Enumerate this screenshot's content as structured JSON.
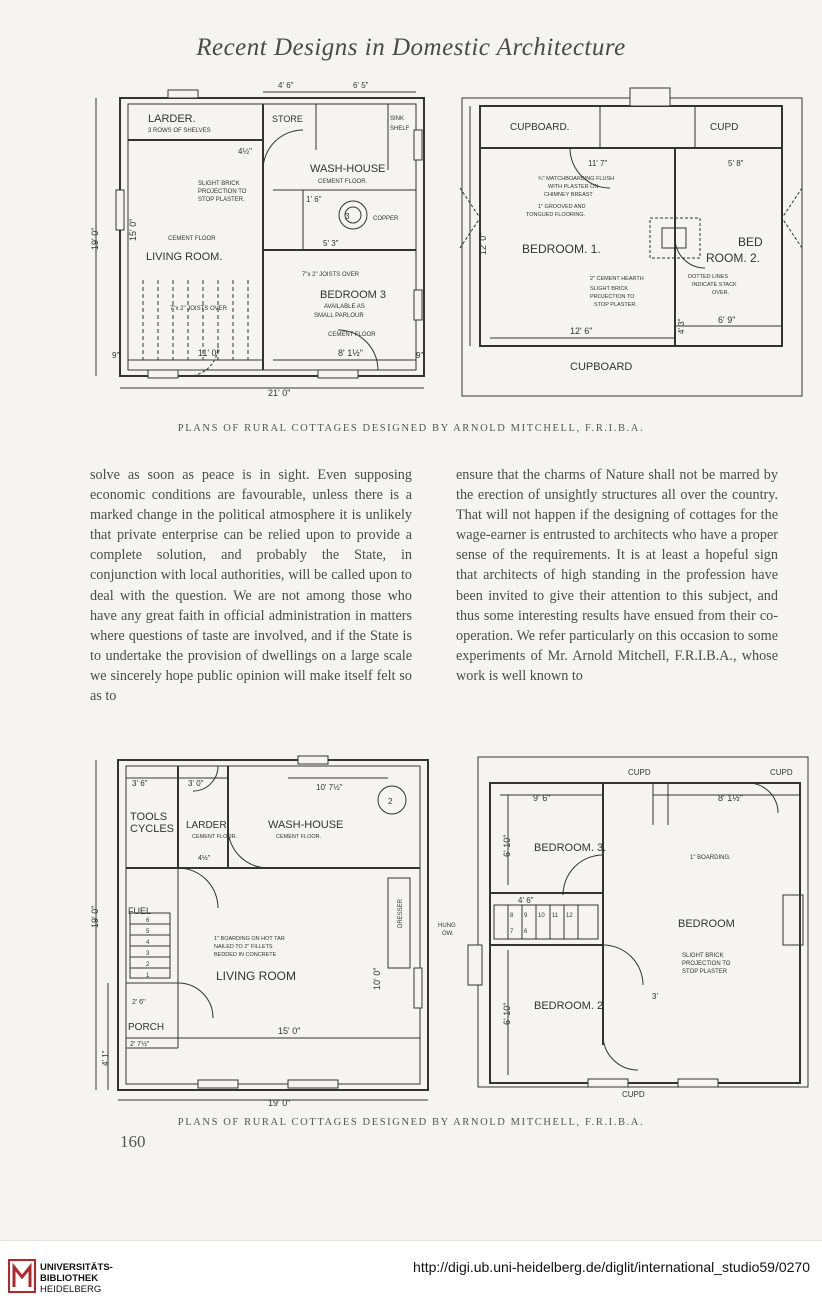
{
  "header": {
    "running_head": "Recent Designs in Domestic Architecture"
  },
  "plan_top_left": {
    "labels": {
      "larder": "LARDER.",
      "shelves": "3 ROWS OF SHELVES",
      "store": "STORE",
      "sink": "SINK",
      "shelf": "SHELF",
      "wash_house": "WASH-HOUSE",
      "cement_floor": "CEMENT FLOOR.",
      "slight_brick": "SLIGHT BRICK",
      "projection_to": "PROJECTION TO",
      "stop_plaster": "STOP PLASTER.",
      "copper": "COPPER",
      "cement_floor_2": "CEMENT FLOOR",
      "living_room": "LIVING ROOM.",
      "joists_over": "7\"x 2\" JOISTS OVER",
      "joists_over_2": "7\"x 2\" JOISTS OVER",
      "bedroom_3": "BEDROOM 3",
      "available_as": "AVAILABLE AS",
      "small_parlour": "SMALL PARLOUR",
      "cement_floor_3": "CEMENT FLOOR"
    },
    "dims": {
      "d4_6": "4' 6\"",
      "d6_5": "6' 5\"",
      "d19_0": "19' 0\"",
      "d15_0": "15' 0\"",
      "d11_0": "11' 0\"",
      "d8_1": "8' 1½\"",
      "d21_0": "21' 0\"",
      "d9": "9\"",
      "d9b": "9\"",
      "d5_3": "5' 3\"",
      "d1_6": "1' 6\"",
      "d4_half": "4½\"",
      "d3": "3"
    }
  },
  "plan_top_right": {
    "labels": {
      "cupboard": "CUPBOARD.",
      "cupd": "CUPD",
      "matchboarding": "¾\" MATCHBOARDING FLUSH",
      "with_plaster": "WITH PLASTER ON",
      "chimney_breast": "CHIMNEY BREAST",
      "grooved": "1\" GROOVED AND",
      "tongued": "TONGUED FLOORING.",
      "bedroom_1": "BEDROOM. 1.",
      "bed": "BED",
      "room_2": "ROOM. 2.",
      "cement_hearth": "2\" CEMENT HEARTH",
      "slight_brick": "SLIGHT BRICK",
      "projection_to": "PROJECTION TO",
      "stop_plaster": "STOP PLASTER.",
      "dotted_lines": "DOTTED LINES",
      "indicate_stack": "INDICATE STACK",
      "over": "OVER.",
      "cupboard_bottom": "CUPBOARD"
    },
    "dims": {
      "d11_7": "11' 7\"",
      "d5_8": "5' 8\"",
      "d12_0": "12' 0\"",
      "d12_6": "12' 6\"",
      "d6_9": "6' 9\"",
      "d4_3": "4' 3\""
    }
  },
  "caption_top": "PLANS OF RURAL COTTAGES DESIGNED BY ARNOLD MITCHELL, F.R.I.B.A.",
  "text_left": "solve as soon as peace is in sight. Even supposing economic conditions are favourable, unless there is a marked change in the political atmosphere it is unlikely that private enterprise can be relied upon to provide a complete solution, and probably the State, in conjunction with local authorities, will be called upon to deal with the question. We are not among those who have any great faith in official administration in matters where questions of taste are involved, and if the State is to undertake the provision of dwellings on a large scale we sincerely hope public opinion will make itself felt so as to",
  "text_right": "ensure that the charms of Nature shall not be marred by the erection of unsightly structures all over the country. That will not happen if the designing of cottages for the wage-earner is entrusted to architects who have a proper sense of the requirements. It is at least a hopeful sign that architects of high standing in the profession have been invited to give their attention to this subject, and thus some interesting results have ensued from their co-operation. We refer particularly on this occasion to some experiments of Mr. Arnold Mitchell, F.R.I.B.A., whose work is well known to",
  "plan_bottom_left": {
    "labels": {
      "tools": "TOOLS",
      "cycles": "CYCLES",
      "larder": "LARDER",
      "cement_floor": "CEMENT FLOOR.",
      "wash_house": "WASH-HOUSE",
      "cement_floor_2": "CEMENT FLOOR.",
      "fuel": "FUEL",
      "boarding": "1\" BOARDING ON HOT TAR",
      "nailed": "NAILED TO 2\" FILLETS",
      "bedded": "BEDDED IN CONCRETE",
      "living_room": "LIVING ROOM",
      "porch": "PORCH",
      "dresser": "DRESSER"
    },
    "dims": {
      "d3_6": "3' 6\"",
      "d3_0": "3' 0\"",
      "d10_7": "10' 7½\"",
      "d15_0": "15' 0\"",
      "d19_0": "19' 0\"",
      "d4_1": "4' 1\"",
      "d2_6": "2' 6\"",
      "d2_7": "2' 7½\"",
      "d10_0": "10' 0\"",
      "d4_half": "4½\"",
      "d2": "2"
    },
    "stair_numbers": [
      "6",
      "5",
      "4",
      "3",
      "2",
      "1"
    ]
  },
  "plan_bottom_right": {
    "labels": {
      "cupd_1": "CUPD",
      "cupd_2": "CUPD",
      "bedroom_3": "BEDROOM. 3.",
      "boarding": "1\" BOARDING.",
      "bedroom": "BEDROOM",
      "slight_brick": "SLIGHT BRICK",
      "projection_to": "PROJECTION TO",
      "stop_plaster": "STOP PLASTER",
      "bedroom_2": "BEDROOM. 2",
      "cupd_3": "CUPD",
      "hung": "HUNG",
      "ow": "OW."
    },
    "dims": {
      "d9_6": "9' 6\"",
      "d8_1": "8' 1½\"",
      "d6_10": "6' 10\"",
      "d6_10b": "6' 10\"",
      "d4_6": "4' 6\"",
      "d3": "3'"
    },
    "stair_numbers": [
      "8",
      "9",
      "10",
      "11",
      "12",
      "7",
      "6"
    ]
  },
  "caption_bottom": "PLANS OF RURAL COTTAGES DESIGNED BY ARNOLD MITCHELL, F.R.I.B.A.",
  "folio": "160",
  "footer": {
    "library_line_1": "UNIVERSITÄTS-",
    "library_line_2": "BIBLIOTHEK",
    "library_line_3": "HEIDELBERG",
    "url": "http://digi.ub.uni-heidelberg.de/diglit/international_studio59/0270"
  }
}
